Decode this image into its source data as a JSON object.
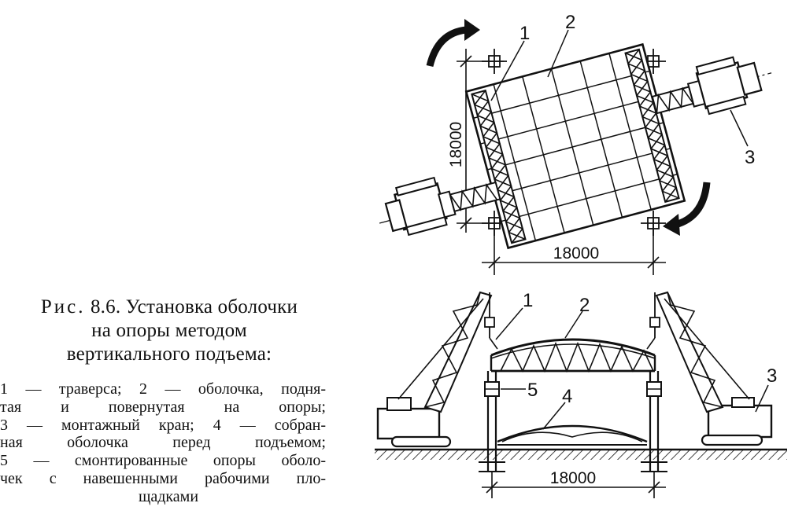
{
  "caption": {
    "fig_word": "Рис.",
    "fig_number": "8.6.",
    "title_line1": "Установка оболочки",
    "title_line2": "на опоры методом",
    "title_line3": "вертикального подъема:",
    "legend": [
      "1 — траверса; 2 — оболочка, подня-",
      "тая и повернутая на опоры;",
      "3 — монтажный кран; 4 — собран-",
      "ная оболочка перед подъемом;",
      "5 — смонтированные опоры оболо-",
      "чек с навешенными рабочими пло-",
      "щадками"
    ]
  },
  "plan_view": {
    "dim_vertical": "18000",
    "dim_horizontal": "18000",
    "labels": [
      "1",
      "2",
      "3"
    ]
  },
  "elevation_view": {
    "dim_horizontal": "18000",
    "labels": [
      "1",
      "2",
      "3",
      "4",
      "5"
    ]
  }
}
